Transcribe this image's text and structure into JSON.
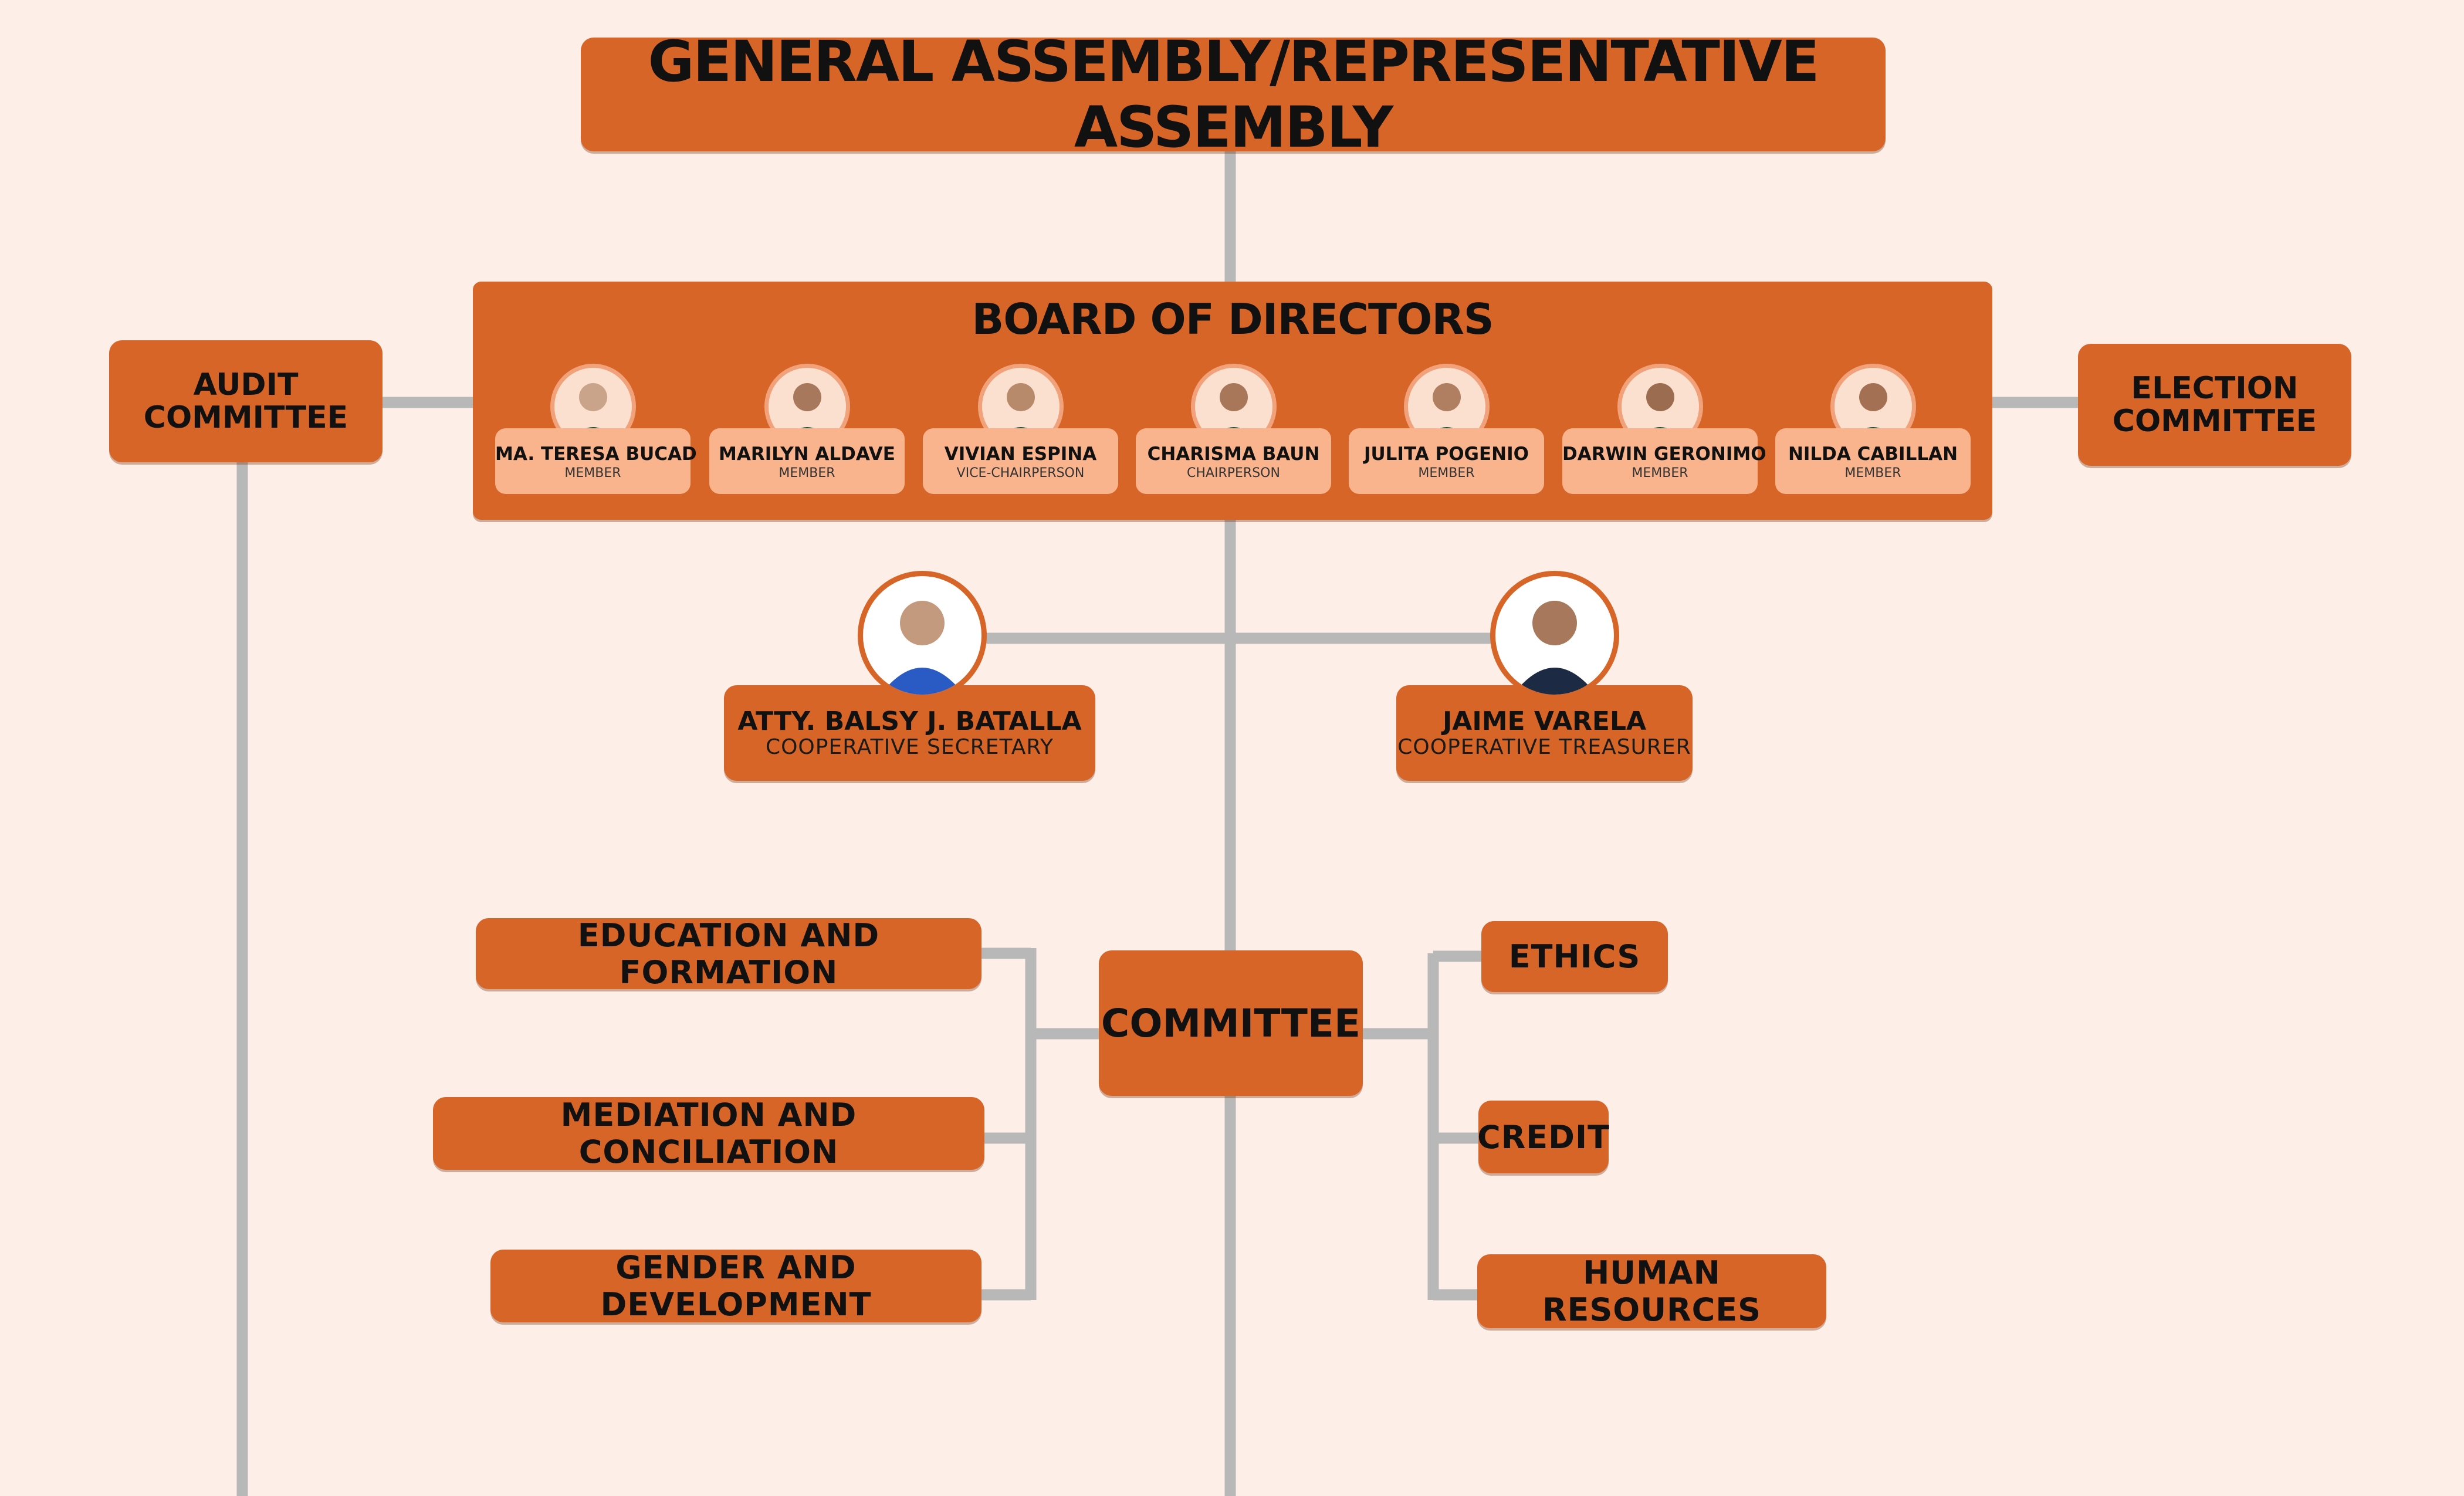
{
  "colors": {
    "background": "#fdefe8",
    "box_fill": "#d66527",
    "member_card_fill": "#f9b48d",
    "connector": "#b8b8b8"
  },
  "assembly": {
    "title": "GENERAL ASSEMBLY/REPRESENTATIVE ASSEMBLY"
  },
  "audit": {
    "line1": "AUDIT",
    "line2": "COMMITTEE"
  },
  "election": {
    "line1": "ELECTION",
    "line2": "COMMITTEE"
  },
  "board": {
    "title": "BOARD OF DIRECTORS",
    "members": [
      {
        "name": "MA. TERESA BUCAD",
        "role": "MEMBER"
      },
      {
        "name": "MARILYN ALDAVE",
        "role": "MEMBER"
      },
      {
        "name": "VIVIAN ESPINA",
        "role": "VICE-CHAIRPERSON"
      },
      {
        "name": "CHARISMA BAUN",
        "role": "CHAIRPERSON"
      },
      {
        "name": "JULITA POGENIO",
        "role": "MEMBER"
      },
      {
        "name": "DARWIN GERONIMO",
        "role": "MEMBER"
      },
      {
        "name": "NILDA CABILLAN",
        "role": "MEMBER"
      }
    ]
  },
  "secretary": {
    "name": "ATTY. BALSY J. BATALLA",
    "role": "COOPERATIVE SECRETARY"
  },
  "treasurer": {
    "name": "JAIME VARELA",
    "role": "COOPERATIVE TREASURER"
  },
  "committee": {
    "title": "COMMITTEE",
    "left": [
      "EDUCATION AND FORMATION",
      "MEDIATION AND CONCILIATION",
      "GENDER AND DEVELOPMENT"
    ],
    "right": [
      "ETHICS",
      "CREDIT",
      "HUMAN RESOURCES"
    ]
  }
}
